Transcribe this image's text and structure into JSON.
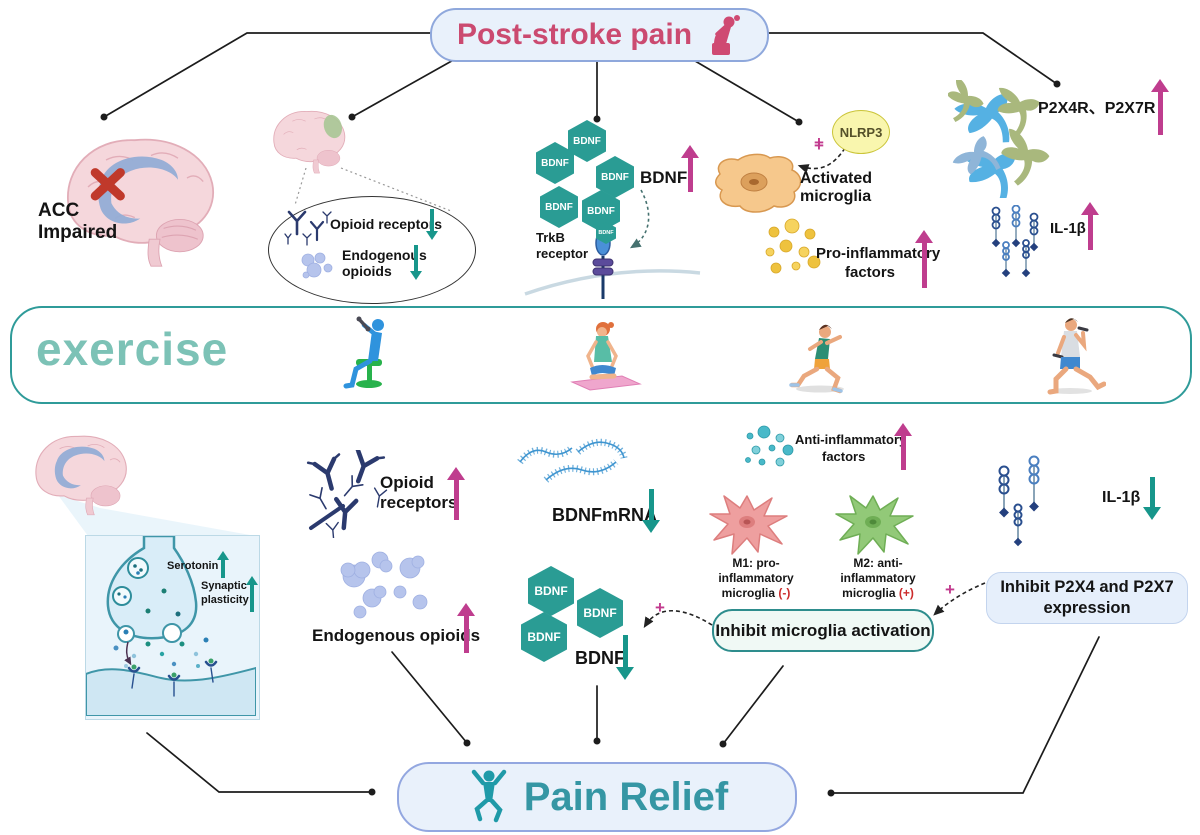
{
  "title": {
    "label": "Post-stroke pain"
  },
  "exercise": {
    "label": "exercise"
  },
  "pain_relief": {
    "label": "Pain Relief"
  },
  "signs": {
    "plus": "+"
  },
  "bdnf_hex": "BDNF",
  "top": {
    "acc": {
      "line1": "ACC",
      "line2": "Impaired"
    },
    "opioid": {
      "receptors": "Opioid receptors",
      "endo1": "Endogenous",
      "endo2": "opioids"
    },
    "bdnf": {
      "label": "BDNF",
      "trkb1": "TrkB",
      "trkb2": "receptor"
    },
    "microglia": {
      "nlrp3": "NLRP3",
      "act1": "Activated",
      "act2": "microglia",
      "pro1": "Pro-inflammatory",
      "pro2": "factors"
    },
    "p2x": {
      "label": "P2X4R、P2X7R",
      "il1b": "IL-1β"
    }
  },
  "bottom": {
    "synapse": {
      "serotonin": "Serotonin",
      "plast1": "Synaptic",
      "plast2": "plasticity"
    },
    "opioid": {
      "line1": "Opioid",
      "line2": "receptors",
      "endogenous": "Endogenous opioids"
    },
    "bdnf": {
      "mrna": "BDNFmRNA",
      "label": "BDNF"
    },
    "microglia": {
      "anti1": "Anti-inflammatory",
      "anti2": "factors",
      "m1_line1": "M1: pro-inflammatory",
      "m1_word": "microglia ",
      "m1_sign": "(-)",
      "m2_line1": "M2: anti-inflammatory",
      "m2_word": "microglia ",
      "m2_sign": "(+)",
      "inhibit": "Inhibit microglia activation"
    },
    "p2x": {
      "il1b": "IL-1β",
      "inhibit1": "Inhibit P2X4 and P2X7",
      "inhibit2": "expression"
    }
  },
  "icons": {
    "pain_person": "hunched-person-in-pain",
    "jumping_person": "jumping-person",
    "brain_acc": "sagittal-brain-with-red-x",
    "brain_small": "sagittal-brain-green-region",
    "brain_synapse": "sagittal-brain-blue-region",
    "opioid_receptor": "y-shaped-receptor",
    "endogenous_opioid": "blue-blob-peptides",
    "bdnf_hexagon": "teal-hexagon-bdnf",
    "trkb_receptor": "membrane-receptor",
    "microglia_activated": "amoeboid-orange-cell",
    "pro_inflammatory_dots": "yellow-dot-cluster",
    "anti_inflammatory_dots": "teal-dot-cluster",
    "p2x_receptors": "blue-olive-receptor-cluster",
    "il1b_molecule": "coiled-stick-molecule",
    "mrna_strand": "comb-mrna-strand",
    "m1_microglia": "pink-star-cell",
    "m2_microglia": "green-star-cell",
    "exercise_sitting": "seated-dumbbell-person",
    "exercise_yoga": "yoga-person-on-mat",
    "exercise_running": "running-person",
    "exercise_lunge": "lunge-dumbbell-person"
  },
  "colors": {
    "title_pink": "#cb4a70",
    "box_blue_bg": "#e9f1fb",
    "box_blue_border": "#8fa8dc",
    "relief_teal": "#3596a4",
    "exercise_teal": "#7cc2b6",
    "band_border": "#2f9b99",
    "magenta_arrow": "#bf3d8e",
    "teal_arrow": "#17968b",
    "hex_teal": "#2a9c94",
    "red_sign": "#cc2b2b",
    "nlrp3_yellow": "#f9f6ae"
  }
}
